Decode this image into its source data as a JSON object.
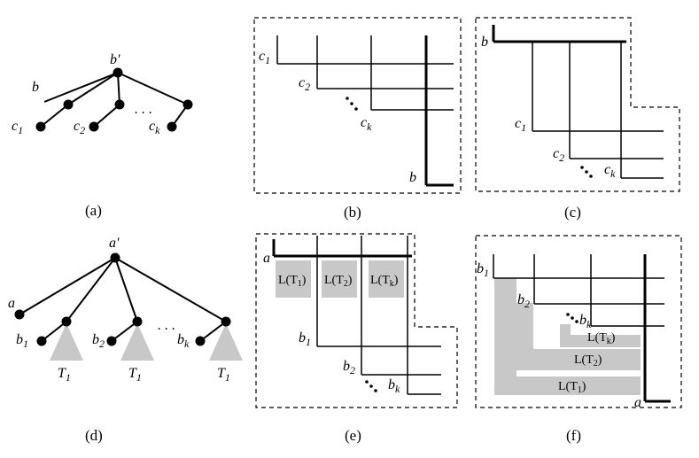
{
  "captions": {
    "a": "(a)",
    "b": "(b)",
    "c": "(c)",
    "d": "(d)",
    "e": "(e)",
    "f": "(f)"
  },
  "panel_a": {
    "root": "b'",
    "left": "b",
    "c1": "c",
    "c1_sub": "1",
    "c2": "c",
    "c2_sub": "2",
    "ck": "c",
    "ck_sub": "k",
    "dots": ". . ."
  },
  "panel_b": {
    "c1": "c",
    "c1_sub": "1",
    "c2": "c",
    "c2_sub": "2",
    "ck": "c",
    "ck_sub": "k",
    "b": "b"
  },
  "panel_c": {
    "b": "b",
    "c1": "c",
    "c1_sub": "1",
    "c2": "c",
    "c2_sub": "2",
    "ck": "c",
    "ck_sub": "k"
  },
  "panel_d": {
    "root": "a'",
    "a": "a",
    "b1": "b",
    "b1_sub": "1",
    "b2": "b",
    "b2_sub": "2",
    "bk": "b",
    "bk_sub": "k",
    "t1": "T",
    "t1_sub": "1",
    "t2": "T",
    "t2_sub": "1",
    "t3": "T",
    "t3_sub": "1",
    "dots": ". . ."
  },
  "panel_e": {
    "a": "a",
    "LT1": "L(T",
    "LT1_sub": "1",
    "LT2": "L(T",
    "LT2_sub": "2",
    "LTk": "L(T",
    "LTk_sub": "k",
    "close": ")",
    "b1": "b",
    "b1_sub": "1",
    "b2": "b",
    "b2_sub": "2",
    "bk": "b",
    "bk_sub": "k"
  },
  "panel_f": {
    "b1": "b",
    "b1_sub": "1",
    "b2": "b",
    "b2_sub": "2",
    "bk": "b",
    "bk_sub": "k",
    "LTk": "L(T",
    "LTk_sub": "k",
    "LT2": "L(T",
    "LT2_sub": "2",
    "LT1": "L(T",
    "LT1_sub": "1",
    "close": ")",
    "a": "a"
  }
}
